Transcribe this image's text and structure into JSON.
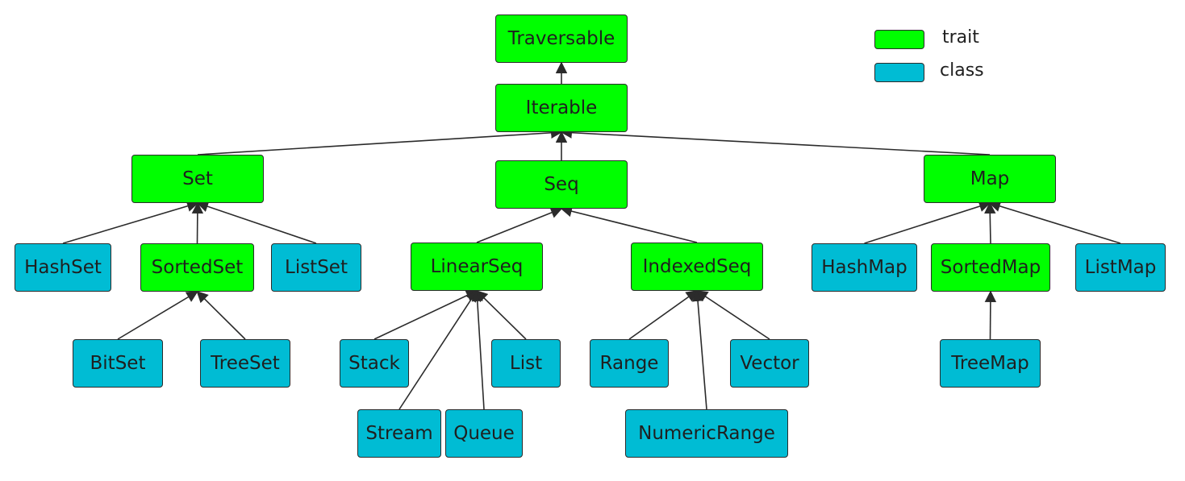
{
  "colors": {
    "trait": "#00ff00",
    "class": "#00bcd4",
    "stroke": "#2b2b2b"
  },
  "legend": {
    "trait_label": "trait",
    "class_label": "class"
  },
  "nodes": {
    "traversable": {
      "label": "Traversable",
      "kind": "trait"
    },
    "iterable": {
      "label": "Iterable",
      "kind": "trait"
    },
    "set": {
      "label": "Set",
      "kind": "trait"
    },
    "seq": {
      "label": "Seq",
      "kind": "trait"
    },
    "map": {
      "label": "Map",
      "kind": "trait"
    },
    "hashset": {
      "label": "HashSet",
      "kind": "class"
    },
    "sortedset": {
      "label": "SortedSet",
      "kind": "trait"
    },
    "listset": {
      "label": "ListSet",
      "kind": "class"
    },
    "linearseq": {
      "label": "LinearSeq",
      "kind": "trait"
    },
    "indexedseq": {
      "label": "IndexedSeq",
      "kind": "trait"
    },
    "hashmap": {
      "label": "HashMap",
      "kind": "class"
    },
    "sortedmap": {
      "label": "SortedMap",
      "kind": "trait"
    },
    "listmap": {
      "label": "ListMap",
      "kind": "class"
    },
    "bitset": {
      "label": "BitSet",
      "kind": "class"
    },
    "treeset": {
      "label": "TreeSet",
      "kind": "class"
    },
    "stack": {
      "label": "Stack",
      "kind": "class"
    },
    "list": {
      "label": "List",
      "kind": "class"
    },
    "range": {
      "label": "Range",
      "kind": "class"
    },
    "vector": {
      "label": "Vector",
      "kind": "class"
    },
    "treemap": {
      "label": "TreeMap",
      "kind": "class"
    },
    "stream": {
      "label": "Stream",
      "kind": "class"
    },
    "queue": {
      "label": "Queue",
      "kind": "class"
    },
    "numericrange": {
      "label": "NumericRange",
      "kind": "class"
    }
  },
  "edges": [
    [
      "iterable",
      "traversable"
    ],
    [
      "set",
      "iterable"
    ],
    [
      "seq",
      "iterable"
    ],
    [
      "map",
      "iterable"
    ],
    [
      "hashset",
      "set"
    ],
    [
      "sortedset",
      "set"
    ],
    [
      "listset",
      "set"
    ],
    [
      "bitset",
      "sortedset"
    ],
    [
      "treeset",
      "sortedset"
    ],
    [
      "linearseq",
      "seq"
    ],
    [
      "indexedseq",
      "seq"
    ],
    [
      "stack",
      "linearseq"
    ],
    [
      "stream",
      "linearseq"
    ],
    [
      "queue",
      "linearseq"
    ],
    [
      "list",
      "linearseq"
    ],
    [
      "range",
      "indexedseq"
    ],
    [
      "numericrange",
      "indexedseq"
    ],
    [
      "vector",
      "indexedseq"
    ],
    [
      "hashmap",
      "map"
    ],
    [
      "sortedmap",
      "map"
    ],
    [
      "listmap",
      "map"
    ],
    [
      "treemap",
      "sortedmap"
    ]
  ]
}
